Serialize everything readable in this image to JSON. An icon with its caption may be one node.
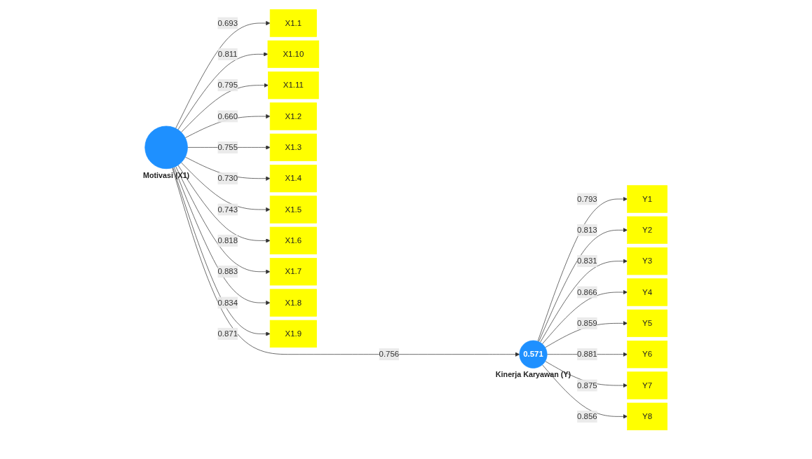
{
  "diagram": {
    "nodes": [
      {
        "text": [],
        "shape": "circle",
        "beside": [
          "Motivasi (X1)"
        ]
      },
      {
        "text": [
          "X1.1"
        ]
      },
      {
        "text": [
          "X1.10"
        ]
      },
      {
        "text": [
          "X1.11"
        ]
      },
      {
        "text": [
          "X1.2"
        ]
      },
      {
        "text": [
          "X1.3"
        ]
      },
      {
        "text": [
          "X1.4"
        ]
      },
      {
        "text": [
          "X1.5"
        ]
      },
      {
        "text": [
          "X1.6"
        ]
      },
      {
        "text": [
          "X1.7"
        ]
      },
      {
        "text": [
          "X1.8"
        ]
      },
      {
        "text": [
          "X1.9"
        ]
      },
      {
        "text": [
          "0.571"
        ],
        "beside": [
          "Kinerja Karyawan (Y)"
        ]
      },
      {
        "text": [
          "Y1"
        ]
      },
      {
        "text": [
          "Y2"
        ]
      },
      {
        "text": [
          "Y3"
        ]
      },
      {
        "text": [
          "Y4"
        ]
      },
      {
        "text": [
          "Y5"
        ]
      },
      {
        "text": [
          "Y6"
        ]
      },
      {
        "text": [
          "Y7"
        ]
      },
      {
        "text": [
          "Y8"
        ]
      }
    ],
    "edges": [
      {
        "from": 0,
        "to": 1,
        "arrow": "to",
        "label": "0.693"
      },
      {
        "from": 0,
        "to": 2,
        "arrow": "to",
        "label": "0.811"
      },
      {
        "from": 0,
        "to": 3,
        "arrow": "to",
        "label": "0.795"
      },
      {
        "from": 0,
        "to": 4,
        "arrow": "to",
        "label": "0.660"
      },
      {
        "from": 0,
        "to": 5,
        "arrow": "to",
        "label": "0.755"
      },
      {
        "from": 0,
        "to": 6,
        "arrow": "to",
        "label": "0.730"
      },
      {
        "from": 0,
        "to": 7,
        "arrow": "to",
        "label": "0.743"
      },
      {
        "from": 0,
        "to": 8,
        "arrow": "to",
        "label": "0.818"
      },
      {
        "from": 0,
        "to": 9,
        "arrow": "to",
        "label": "0.883"
      },
      {
        "from": 0,
        "to": 10,
        "arrow": "to",
        "label": "0.834"
      },
      {
        "from": 0,
        "to": 11,
        "arrow": "to",
        "label": "0.871"
      },
      {
        "from": 0,
        "to": 12,
        "arrow": "to",
        "label": "0.756"
      },
      {
        "from": 12,
        "to": 13,
        "arrow": "to",
        "label": "0.793"
      },
      {
        "from": 12,
        "to": 14,
        "arrow": "to",
        "label": "0.813"
      },
      {
        "from": 12,
        "to": 15,
        "arrow": "to",
        "label": "0.831"
      },
      {
        "from": 12,
        "to": 16,
        "arrow": "to",
        "label": "0.866"
      },
      {
        "from": 12,
        "to": 17,
        "arrow": "to",
        "label": "0.859"
      },
      {
        "from": 12,
        "to": 18,
        "arrow": "to",
        "label": "0.881"
      },
      {
        "from": 12,
        "to": 19,
        "arrow": "to",
        "label": "0.875"
      },
      {
        "from": 12,
        "to": 20,
        "arrow": "to",
        "label": "0.856"
      }
    ]
  }
}
